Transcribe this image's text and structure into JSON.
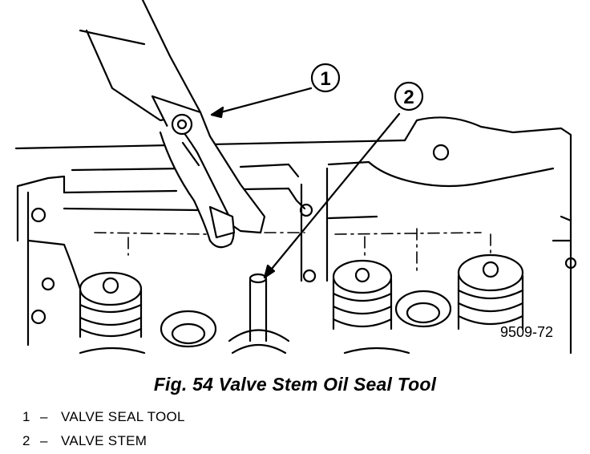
{
  "figure": {
    "callouts": [
      {
        "number": "1"
      },
      {
        "number": "2"
      }
    ],
    "figure_code": "9509-72"
  },
  "caption": "Fig. 54 Valve Stem Oil Seal Tool",
  "legend": [
    {
      "number": "1",
      "separator": "–",
      "label": "VALVE SEAL TOOL"
    },
    {
      "number": "2",
      "separator": "–",
      "label": "VALVE STEM"
    }
  ]
}
